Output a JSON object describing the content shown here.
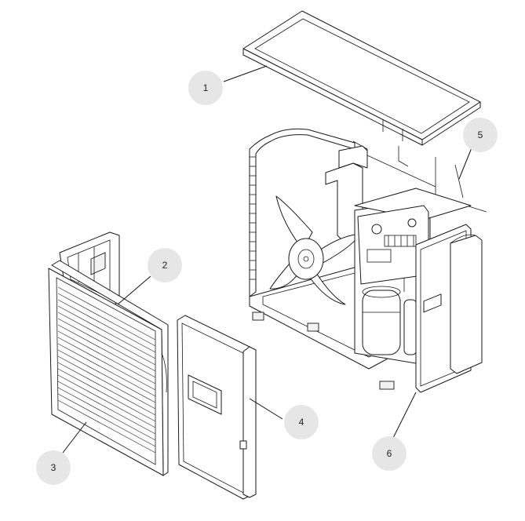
{
  "callouts": [
    {
      "id": "callout-1",
      "label": "1"
    },
    {
      "id": "callout-2",
      "label": "2"
    },
    {
      "id": "callout-3",
      "label": "3"
    },
    {
      "id": "callout-4",
      "label": "4"
    },
    {
      "id": "callout-5",
      "label": "5"
    },
    {
      "id": "callout-6",
      "label": "6"
    }
  ],
  "parts": {
    "top_panel": "top-cover-panel",
    "rear_grille": "rear-grille",
    "front_panel": "front-panel-with-grille",
    "service_panel": "side-service-panel",
    "wiring_rod": "top-support-wire",
    "right_side_panel": "right-side-panel"
  }
}
